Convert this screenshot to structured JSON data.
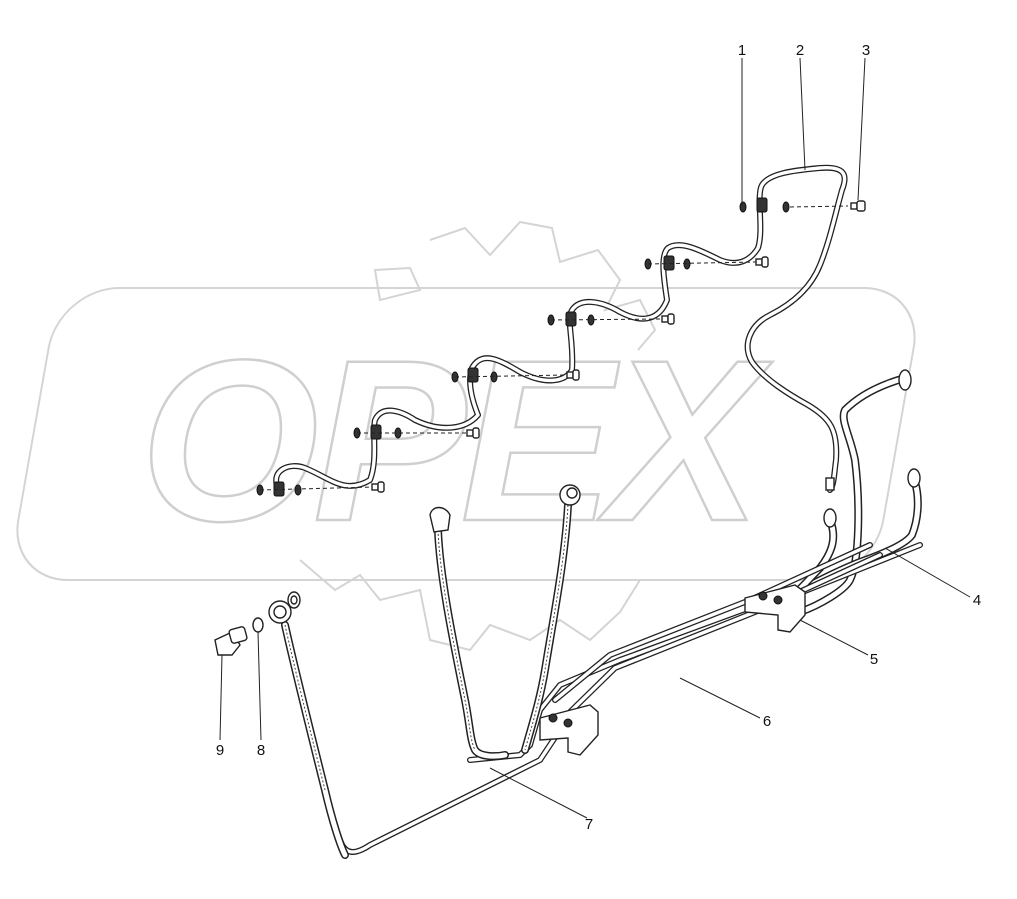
{
  "diagram": {
    "watermark": "OPEX",
    "callouts": [
      {
        "number": "1"
      },
      {
        "number": "2"
      },
      {
        "number": "3"
      },
      {
        "number": "4"
      },
      {
        "number": "5"
      },
      {
        "number": "6"
      },
      {
        "number": "7"
      },
      {
        "number": "8"
      },
      {
        "number": "9"
      }
    ]
  }
}
